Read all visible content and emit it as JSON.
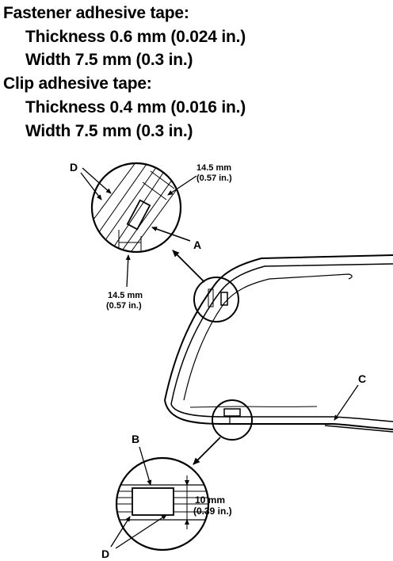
{
  "specs": {
    "fastener_heading": "Fastener adhesive tape:",
    "fastener_thickness": "Thickness 0.6 mm (0.024 in.)",
    "fastener_width": "Width 7.5 mm (0.3 in.)",
    "clip_heading": "Clip adhesive tape:",
    "clip_thickness": "Thickness 0.4 mm (0.016 in.)",
    "clip_width": "Width 7.5 mm (0.3 in.)"
  },
  "labels": {
    "a": "A",
    "b": "B",
    "c": "C",
    "d_top": "D",
    "d_bottom": "D"
  },
  "dimensions": {
    "top_right_mm": "14.5 mm",
    "top_right_in": "(0.57 in.)",
    "top_bottom_mm": "14.5 mm",
    "top_bottom_in": "(0.57 in.)",
    "bottom_mm": "10 mm",
    "bottom_in": "(0.39 in.)"
  }
}
